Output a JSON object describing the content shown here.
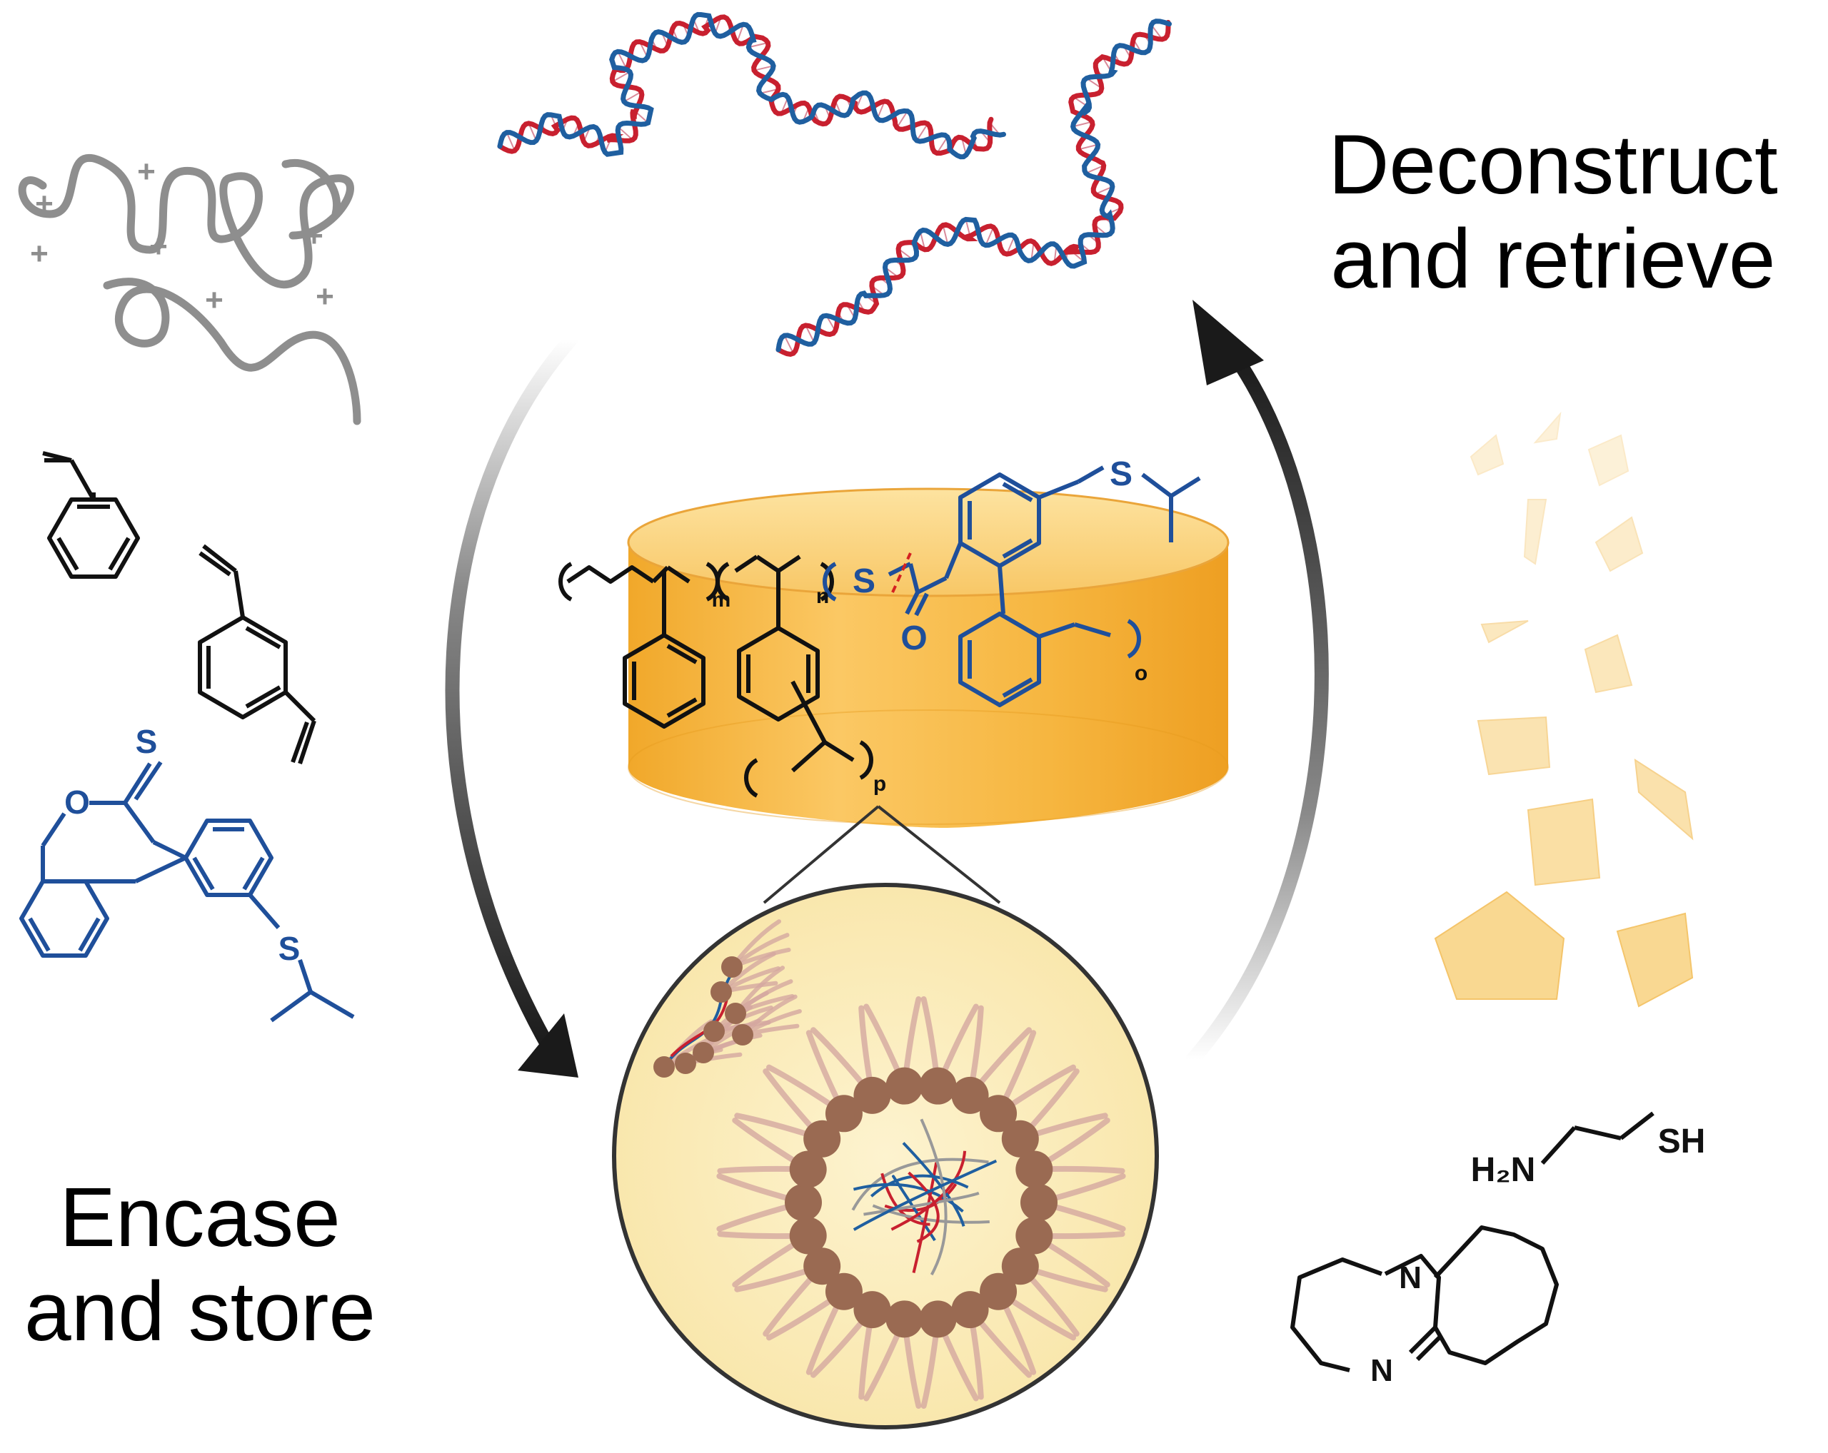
{
  "captions": {
    "deconstruct_line1": "Deconstruct",
    "deconstruct_line2": "and retrieve",
    "encase_line1": "Encase",
    "encase_line2": "and store"
  },
  "labels": {
    "charge": "+",
    "thiol_s": "S",
    "thione_s": "S",
    "ring_o": "O",
    "ester_s": "S",
    "carbonyl_o": "O",
    "sub_m": "m",
    "sub_n": "n",
    "sub_o": "o",
    "sub_p": "p",
    "amine_h2n": "H₂N",
    "thiol_sh": "SH",
    "dbu_n1": "N",
    "dbu_n2": "N"
  },
  "colors": {
    "dna_red": "#c8202f",
    "dna_blue": "#1f5fa0",
    "monomer_blue": "#1f4f9a",
    "bond_black": "#111111",
    "polycation_gray": "#8e8e8e",
    "cylinder_amber": "#f6b63c",
    "circle_fill": "#fbeec0",
    "bead_brown": "#9a6a52",
    "fragment_amber": "#f8d07a"
  }
}
